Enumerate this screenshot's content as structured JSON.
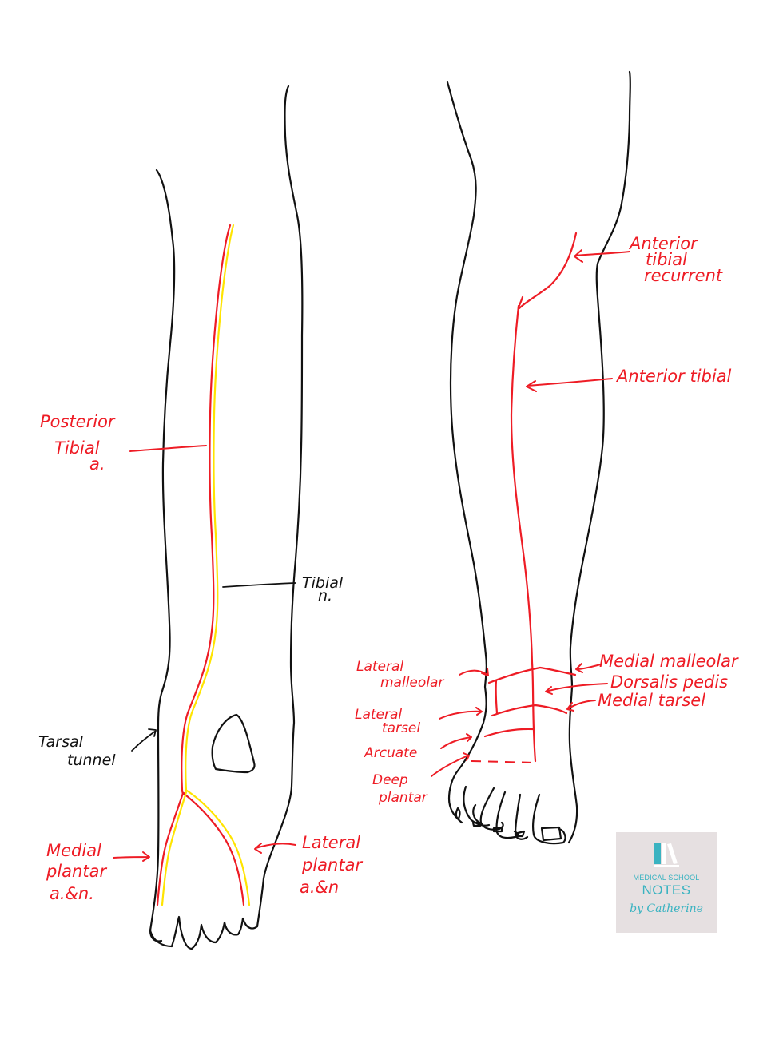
{
  "diagram": {
    "subject": "Arteries and nerves of the leg and foot",
    "colors": {
      "outline": "#111111",
      "artery": "#ee1c25",
      "nerve": "#ffe400",
      "logo_bg": "#e6e0e1",
      "logo_accent": "#3ab3c1"
    },
    "posterior_view": {
      "labels": {
        "posterior_tibial": [
          "Posterior",
          "Tibial",
          "a."
        ],
        "tibial_nerve": [
          "Tibial",
          "n."
        ],
        "tarsal_tunnel": [
          "Tarsal",
          "tunnel"
        ],
        "medial_plantar": [
          "Medial",
          "plantar",
          "a.&n."
        ],
        "lateral_plantar": [
          "Lateral",
          "plantar",
          "a.&n"
        ]
      }
    },
    "anterior_view": {
      "labels": {
        "anterior_tibial_recurrent": [
          "Anterior",
          "tibial",
          "recurrent"
        ],
        "anterior_tibial": [
          "Anterior tibial"
        ],
        "medial_malleolar": [
          "Medial malleolar"
        ],
        "dorsalis_pedis": [
          "Dorsalis pedis"
        ],
        "medial_tarsel": [
          "Medial tarsel"
        ],
        "lateral_malleolar": [
          "Lateral",
          "malleolar"
        ],
        "lateral_tarsel": [
          "Lateral",
          "tarsel"
        ],
        "arcuate": [
          "Arcuate"
        ],
        "deep_plantar": [
          "Deep",
          "plantar"
        ]
      }
    },
    "logo": {
      "line1": "MEDICAL SCHOOL",
      "line2": "NOTES",
      "line3": "by Catherine",
      "icon": "books-icon"
    }
  }
}
